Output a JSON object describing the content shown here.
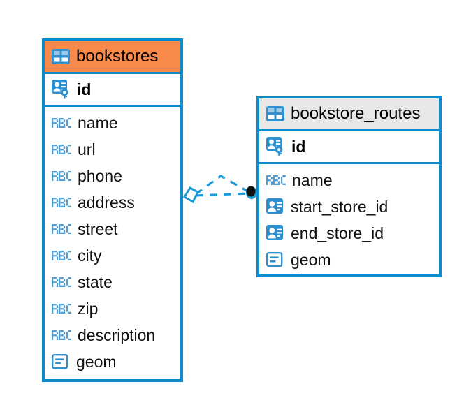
{
  "diagram": {
    "type": "entity-relationship-diagram",
    "colors": {
      "accent_blue": "#0b8ccd",
      "selected_header_orange": "#f78a4b",
      "plain_header_gray": "#e8e8e8",
      "canvas_background": "#ffffff",
      "text": "#000000"
    },
    "entities": [
      {
        "name": "bookstores",
        "header_state": "selected",
        "header_icon": "table-icon",
        "primary_key": {
          "name": "id",
          "icon": "primary-key-icon"
        },
        "fields": [
          {
            "name": "name",
            "icon": "abc-text-icon"
          },
          {
            "name": "url",
            "icon": "abc-text-icon"
          },
          {
            "name": "phone",
            "icon": "abc-text-icon"
          },
          {
            "name": "address",
            "icon": "abc-text-icon"
          },
          {
            "name": "street",
            "icon": "abc-text-icon"
          },
          {
            "name": "city",
            "icon": "abc-text-icon"
          },
          {
            "name": "state",
            "icon": "abc-text-icon"
          },
          {
            "name": "zip",
            "icon": "abc-text-icon"
          },
          {
            "name": "description",
            "icon": "abc-text-icon"
          },
          {
            "name": "geom",
            "icon": "geometry-blob-icon"
          }
        ]
      },
      {
        "name": "bookstore_routes",
        "header_state": "plain",
        "header_icon": "table-icon",
        "primary_key": {
          "name": "id",
          "icon": "primary-key-icon"
        },
        "fields": [
          {
            "name": "name",
            "icon": "abc-text-icon"
          },
          {
            "name": "start_store_id",
            "icon": "foreign-key-icon"
          },
          {
            "name": "end_store_id",
            "icon": "foreign-key-icon"
          },
          {
            "name": "geom",
            "icon": "geometry-blob-icon"
          }
        ]
      }
    ],
    "relationship": {
      "style": "dashed",
      "source_endpoint": "diamond-endpoint-icon",
      "target_endpoint": "filled-circle-endpoint-icon",
      "from": "bookstores",
      "to": "bookstore_routes"
    }
  }
}
